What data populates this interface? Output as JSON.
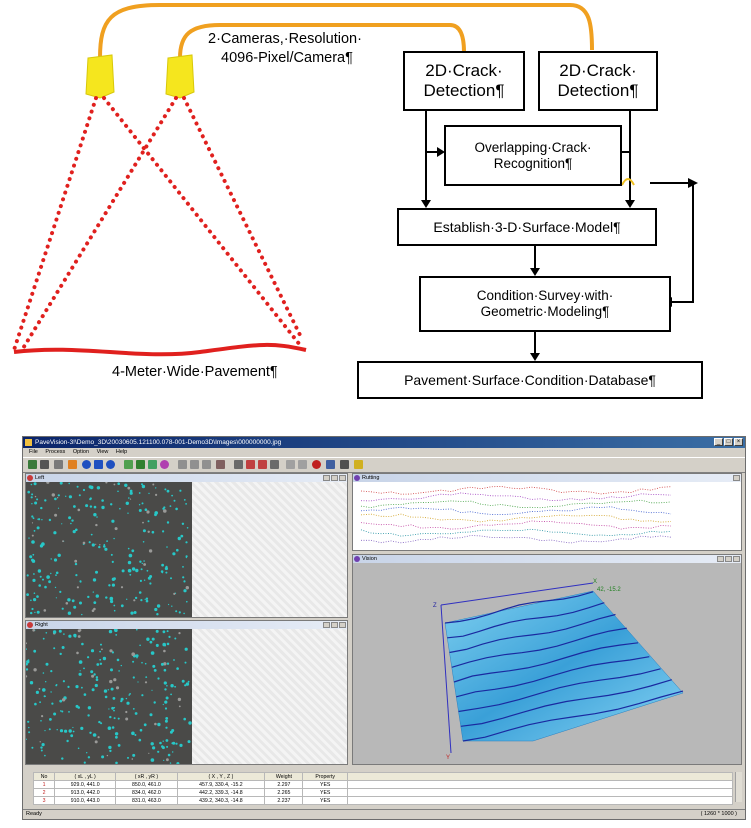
{
  "diagram": {
    "cameras_label_line1": "2·Cameras,·Resolution·",
    "cameras_label_line2": "4096-Pixel/Camera¶",
    "pavement_label": "4-Meter·Wide·Pavement¶",
    "boxes": {
      "crack_detection_1_line1": "2D·Crack·",
      "crack_detection_1_line2": "Detection¶",
      "crack_detection_2_line1": "2D·Crack·",
      "crack_detection_2_line2": "Detection¶",
      "overlapping_line1": "Overlapping·Crack·",
      "overlapping_line2": "Recognition¶",
      "surface_model": "Establish·3-D·Surface·Model¶",
      "condition_survey_line1": "Condition·Survey·with·",
      "condition_survey_line2": "Geometric·Modeling¶",
      "database": "Pavement·Surface·Condition·Database¶"
    },
    "colors": {
      "camera": "#f5e61e",
      "cable": "#f0a020",
      "beam": "#e0201e",
      "ground": "#e0201e"
    }
  },
  "app": {
    "title": "PaveVision-3!\\Demo_3D\\20030605.121100.078-001-Demo3D\\Images\\000000000.jpg",
    "menu": [
      "File",
      "Process",
      "Option",
      "View",
      "Help"
    ],
    "panels": {
      "left": "Left",
      "right": "Right",
      "rutting": "Rutting",
      "vision": "Vision"
    },
    "axis_labels": {
      "z": "Z",
      "y": "Y",
      "x": "X",
      "coord": "42, -15.2"
    },
    "table": {
      "headers": [
        "No",
        "( xL , yL )",
        "( xR , yR )",
        "( X , Y , Z )",
        "Weight",
        "Property"
      ],
      "rows": [
        [
          "1",
          "929.0, 441.0",
          "850.0, 461.0",
          "457.9, 330.4, -15.2",
          "2.297",
          "YES"
        ],
        [
          "2",
          "913.0, 442.0",
          "834.0, 462.0",
          "442.2, 339.3, -14.8",
          "2.265",
          "YES"
        ],
        [
          "3",
          "910.0, 443.0",
          "831.0, 463.0",
          "439.2, 340.3, -14.8",
          "2.237",
          "YES"
        ]
      ]
    },
    "status_left": "Ready",
    "status_right": "( 1260 * 1000 )"
  }
}
